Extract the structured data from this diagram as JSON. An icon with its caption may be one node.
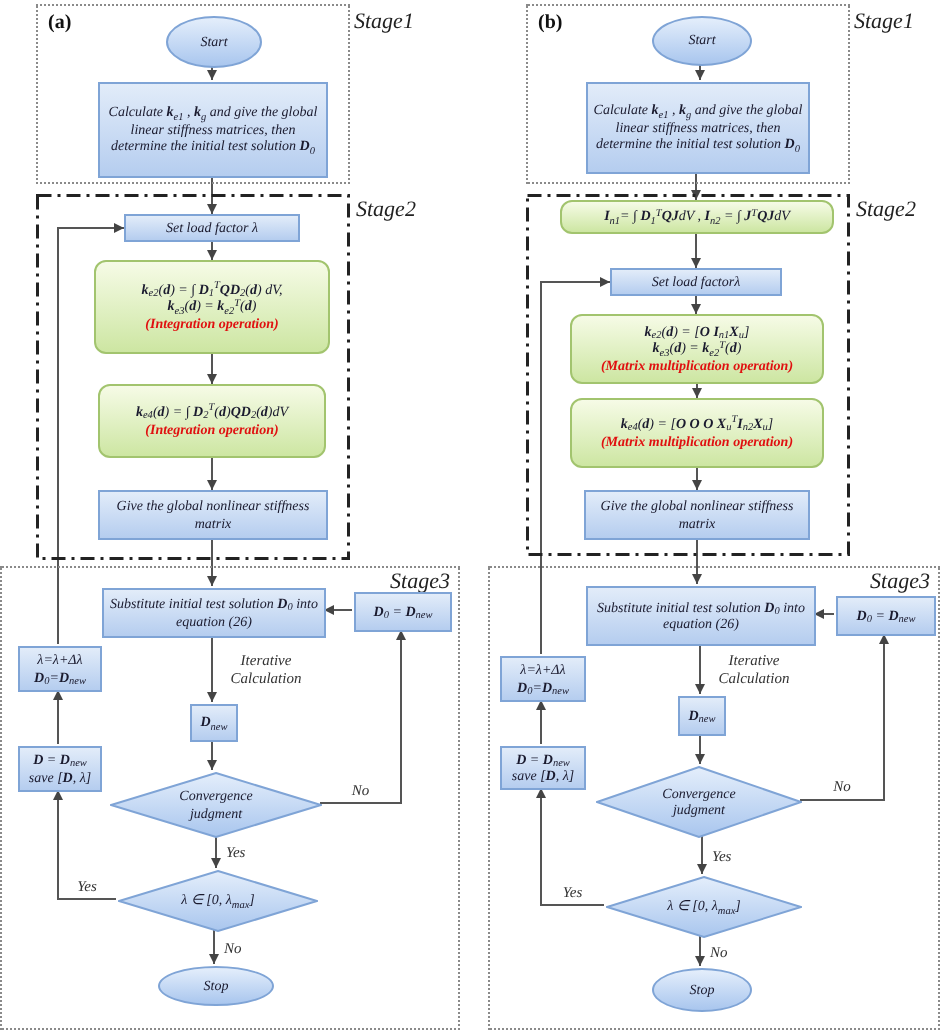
{
  "diagram": {
    "nodes": [
      {
        "text": [
          "Stage1"
        ]
      },
      {
        "text": [
          "Start"
        ],
        "in": 0
      },
      {
        "text": [
          "Calculate **k**$_{e1}$ , **k**$_{g}$ and give the global linear stiffness matrices, then determine the initial test solution **D**$_{0}$"
        ],
        "in": 0
      },
      {
        "text": [
          "Stage2"
        ]
      },
      {
        "text": [
          "Set load factor λ"
        ],
        "in": 3
      },
      {
        "text": [
          "**k**$_{e2}$(**d**) = ∫ **D**$_{1}$$^{T}$**QD**$_{2}$(**d**) dV,",
          "**k**$_{e3}$(**d**) = **k**$_{e2}$$^{T}$(**d**)",
          "(Integration operation)"
        ],
        "in": 3
      },
      {
        "text": [
          "**k**$_{e4}$(**d**) = ∫ **D**$_{2}$$^{T}$(**d**)**QD**$_{2}$(**d**)dV",
          "(Integration operation)"
        ],
        "in": 3
      },
      {
        "text": [
          "Give the global nonlinear stiffness matrix"
        ],
        "in": 3
      },
      {
        "text": [
          "Stage3"
        ]
      },
      {
        "text": [
          "Substitute initial test solution **D**$_{0}$ into equation (26)"
        ],
        "in": 8
      },
      {
        "text": [
          "**D**$_{0}$ = **D**$_{new}$"
        ],
        "in": 8
      },
      {
        "text": [
          "**D**$_{new}$"
        ],
        "in": 8
      },
      {
        "text": [
          "Convergence judgment"
        ],
        "in": 8
      },
      {
        "text": [
          "λ ∈ [0, λ$_{max}$]"
        ],
        "in": 8
      },
      {
        "text": [
          "Stop"
        ],
        "in": 8
      },
      {
        "text": [
          "**D** = **D**$_{new}$",
          "save [**D**, λ]"
        ],
        "in": 8
      },
      {
        "text": [
          "λ=λ+Δλ",
          "**D**$_{0}$=**D**$_{new}$"
        ],
        "in": 8
      },
      {
        "text": [
          "Stage1"
        ]
      },
      {
        "text": [
          "Start"
        ],
        "in": 17
      },
      {
        "text": [
          "Calculate **k**$_{e1}$ , **k**$_{g}$ and give the global linear stiffness matrices, then determine the initial test solution **D**$_{0}$"
        ],
        "in": 17
      },
      {
        "text": [
          "Stage2"
        ]
      },
      {
        "text": [
          "**I**$_{n1}$= ∫ **D**$_{1}$$^{T}$**QJ**dV , **I**$_{n2}$ = ∫ **J**$^{T}$**QJ**dV"
        ],
        "in": 20
      },
      {
        "text": [
          "Set load factorλ"
        ],
        "in": 20
      },
      {
        "text": [
          "**k**$_{e2}$(**d**) = [**O**  **I**$_{n1}$**X**$_{u}$]",
          "**k**$_{e3}$(**d**) = **k**$_{e2}$$^{T}$(**d**)",
          "(Matrix multiplication  operation)"
        ],
        "in": 20
      },
      {
        "text": [
          "**k**$_{e4}$(**d**) = [**O**  **O**  **O**  **X**$_{u}$$^{T}$**I**$_{n2}$**X**$_{u}$]",
          "(Matrix multiplication  operation)"
        ],
        "in": 20
      },
      {
        "text": [
          "Give the global nonlinear stiffness matrix"
        ],
        "in": 20
      },
      {
        "text": [
          "Stage3"
        ]
      },
      {
        "text": [
          "Substitute initial test solution **D**$_{0}$ into equation (26)"
        ],
        "in": 26
      },
      {
        "text": [
          "**D**$_{0}$ = **D**$_{new}$"
        ],
        "in": 26
      },
      {
        "text": [
          "**D**$_{new}$"
        ],
        "in": 26
      },
      {
        "text": [
          "Convergence judgment"
        ],
        "in": 26
      },
      {
        "text": [
          "λ ∈ [0, λ$_{max}$]"
        ],
        "in": 26
      },
      {
        "text": [
          "Stop"
        ],
        "in": 26
      },
      {
        "text": [
          "**D** = **D**$_{new}$",
          "save [**D**, λ]"
        ],
        "in": 26
      },
      {
        "text": [
          "λ=λ+Δλ",
          "**D**$_{0}$=**D**$_{new}$"
        ],
        "in": 26
      }
    ],
    "edges": [
      {
        "from": 1,
        "to": 2,
        "arrow": "to"
      },
      {
        "from": 2,
        "to": 4,
        "arrow": "to"
      },
      {
        "from": 4,
        "to": 5,
        "arrow": "to"
      },
      {
        "from": 5,
        "to": 6,
        "arrow": "to"
      },
      {
        "from": 6,
        "to": 7,
        "arrow": "to"
      },
      {
        "from": 7,
        "to": 9,
        "arrow": "to"
      },
      {
        "from": 9,
        "to": 11,
        "arrow": "to",
        "label": "Iterative Calculation"
      },
      {
        "from": 11,
        "to": 12,
        "arrow": "to"
      },
      {
        "from": 12,
        "to": 10,
        "arrow": "to",
        "label": "No"
      },
      {
        "from": 10,
        "to": 9,
        "arrow": "to"
      },
      {
        "from": 12,
        "to": 13,
        "arrow": "to",
        "label": "Yes"
      },
      {
        "from": 13,
        "to": 14,
        "arrow": "to",
        "label": "No"
      },
      {
        "from": 13,
        "to": 15,
        "arrow": "to",
        "label": "Yes"
      },
      {
        "from": 15,
        "to": 16,
        "arrow": "to"
      },
      {
        "from": 16,
        "to": 4,
        "arrow": "to"
      },
      {
        "from": 18,
        "to": 19,
        "arrow": "to"
      },
      {
        "from": 19,
        "to": 21,
        "arrow": "to"
      },
      {
        "from": 21,
        "to": 22,
        "arrow": "to"
      },
      {
        "from": 22,
        "to": 23,
        "arrow": "to"
      },
      {
        "from": 23,
        "to": 24,
        "arrow": "to"
      },
      {
        "from": 24,
        "to": 25,
        "arrow": "to"
      },
      {
        "from": 25,
        "to": 27,
        "arrow": "to"
      },
      {
        "from": 27,
        "to": 29,
        "arrow": "to",
        "label": "Iterative Calculation"
      },
      {
        "from": 29,
        "to": 30,
        "arrow": "to"
      },
      {
        "from": 30,
        "to": 28,
        "arrow": "to",
        "label": "No"
      },
      {
        "from": 28,
        "to": 27,
        "arrow": "to"
      },
      {
        "from": 30,
        "to": 31,
        "arrow": "to",
        "label": "Yes"
      },
      {
        "from": 31,
        "to": 32,
        "arrow": "to",
        "label": "No"
      },
      {
        "from": 31,
        "to": 33,
        "arrow": "to",
        "label": "Yes"
      },
      {
        "from": 33,
        "to": 34,
        "arrow": "to"
      },
      {
        "from": 34,
        "to": 22,
        "arrow": "to"
      }
    ],
    "labels": [
      "(a)",
      "(b)"
    ]
  }
}
